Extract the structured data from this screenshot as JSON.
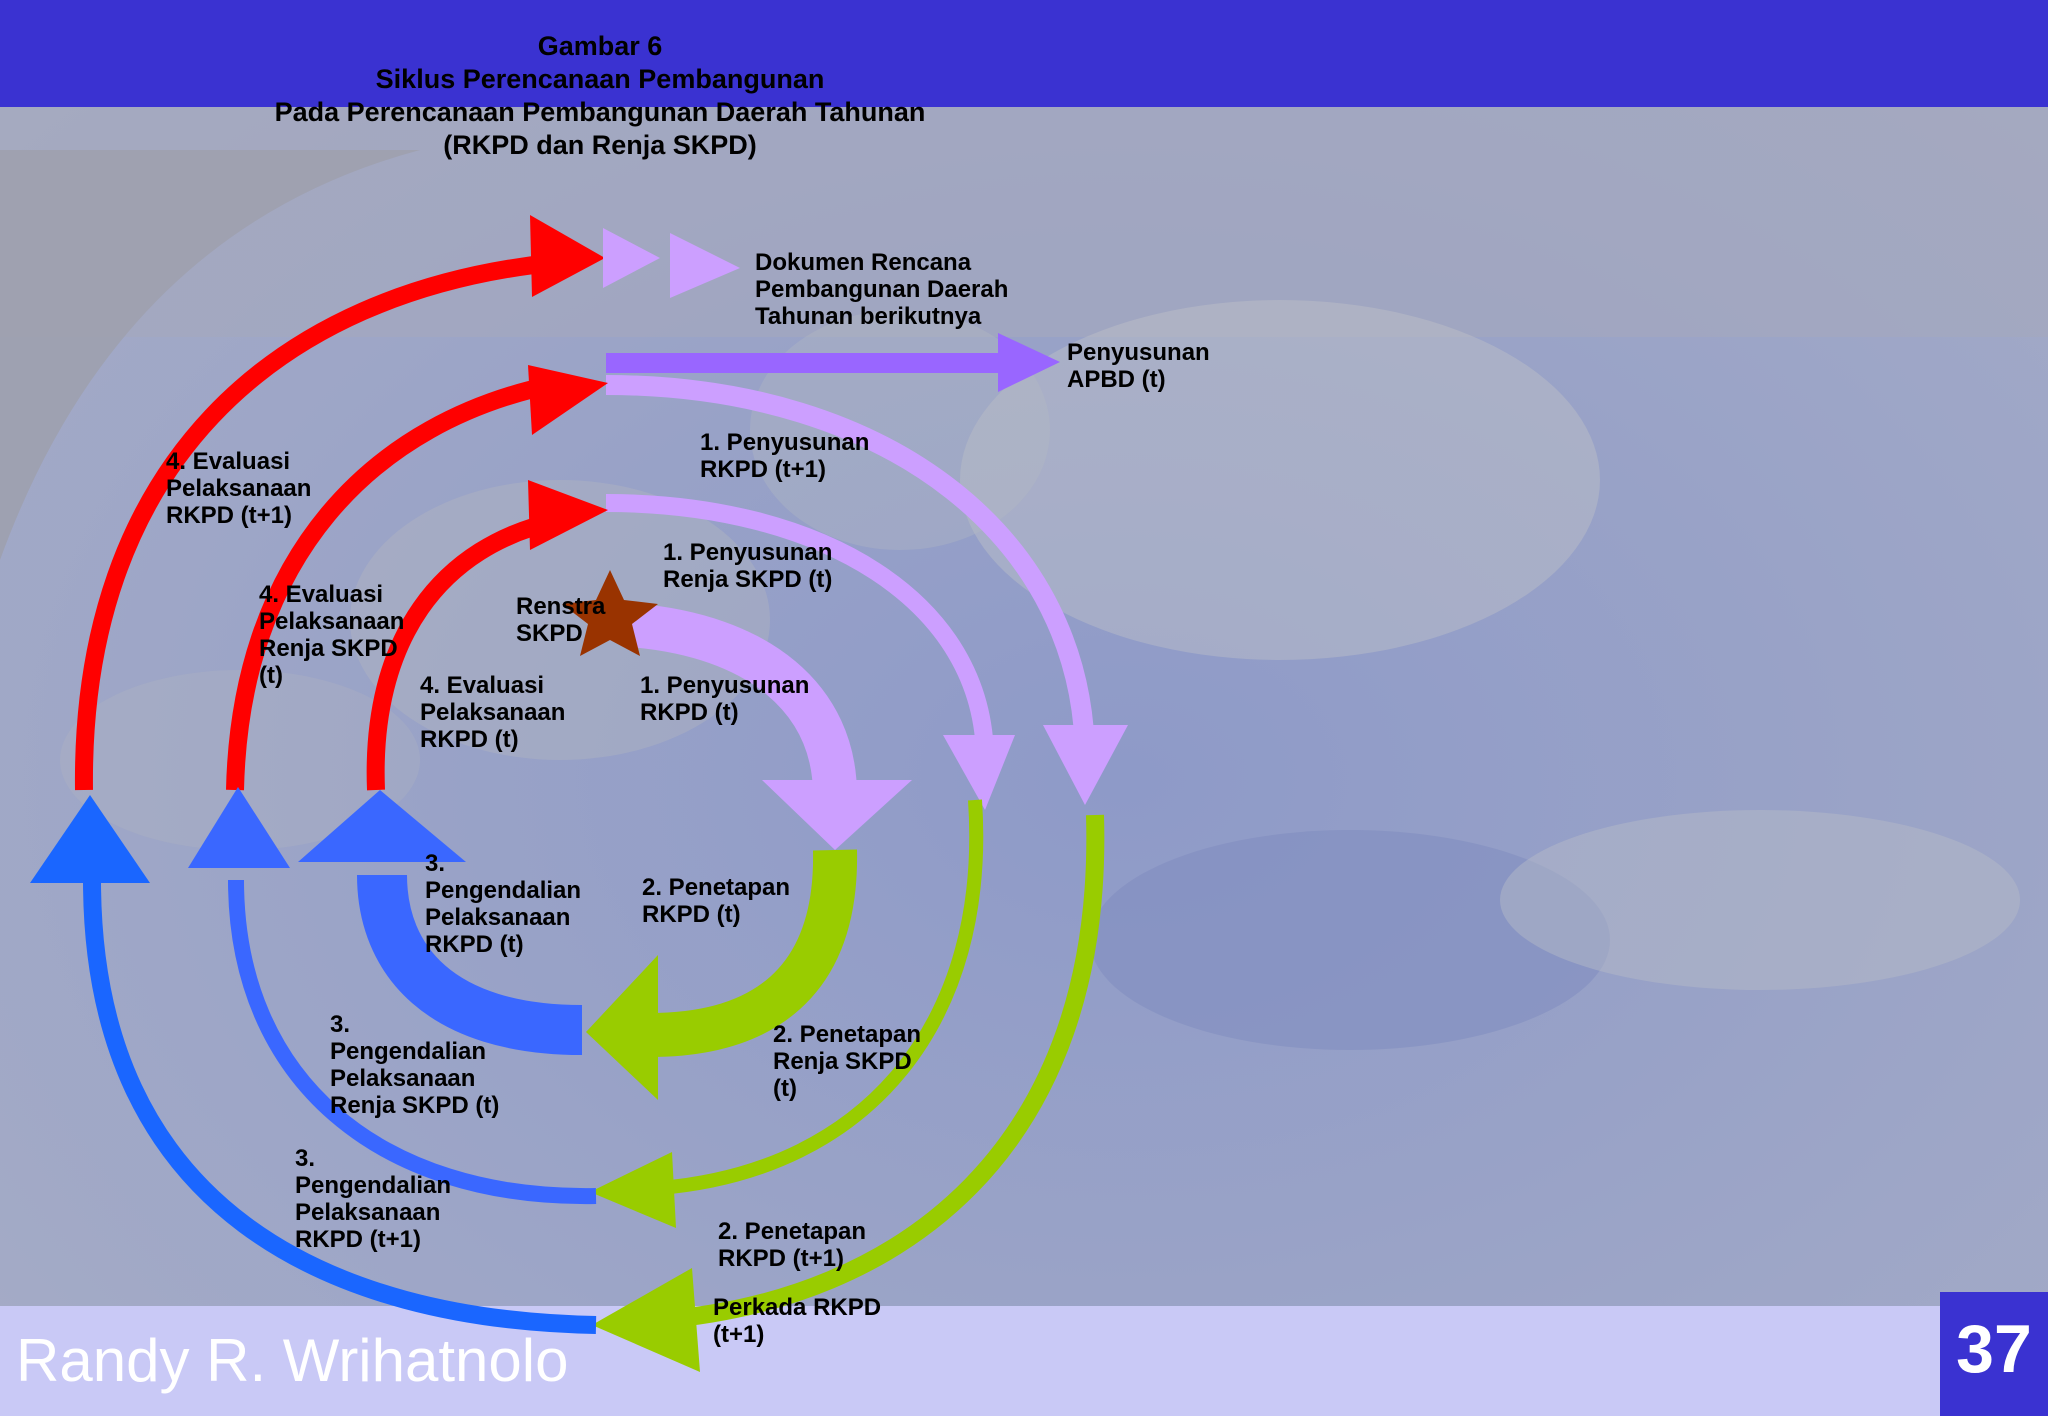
{
  "header": {
    "title_lines": [
      "Gambar 6",
      "Siklus Perencanaan Pembangunan",
      "Pada Perencanaan Pembangunan Daerah Tahunan",
      "(RKPD dan Renja SKPD)"
    ]
  },
  "labels": {
    "dokumen": "Dokumen Rencana\nPembangunan Daerah\nTahunan berikutnya",
    "apbd": "Penyusunan\nAPBD (t)",
    "renstra": "Renstra\nSKPD",
    "eval_rkpd_t1": "4. Evaluasi\nPelaksanaan\nRKPD (t+1)",
    "eval_renja": "4. Evaluasi\nPelaksanaan\nRenja SKPD\n(t)",
    "eval_rkpd_t": "4. Evaluasi\nPelaksanaan\nRKPD (t)",
    "penyusunan_rkpd_t1": "1. Penyusunan\nRKPD (t+1)",
    "penyusunan_renja": "1. Penyusunan\nRenja SKPD (t)",
    "penyusunan_rkpd_t": "1. Penyusunan\nRKPD (t)",
    "pengendalian_rkpd_t": "3.\nPengendalian\nPelaksanaan\nRKPD (t)",
    "pengendalian_renja": "3.\nPengendalian\nPelaksanaan\nRenja SKPD (t)",
    "pengendalian_rkpd_t1": "3.\nPengendalian\nPelaksanaan\nRKPD (t+1)",
    "penetapan_rkpd_t": "2. Penetapan\nRKPD (t)",
    "penetapan_renja": "2. Penetapan\nRenja SKPD\n(t)",
    "penetapan_rkpd_t1": "2. Penetapan\nRKPD (t+1)",
    "perkada": "Perkada RKPD\n(t+1)"
  },
  "footer": {
    "author": "Randy R. Wrihatnolo",
    "page_number": "37"
  },
  "colors": {
    "header": "#3a32d1",
    "red": "#ff0000",
    "lavender": "#cc9fff",
    "purple": "#9966ff",
    "green": "#99cc00",
    "blue": "#1a66ff",
    "star": "#993300"
  }
}
